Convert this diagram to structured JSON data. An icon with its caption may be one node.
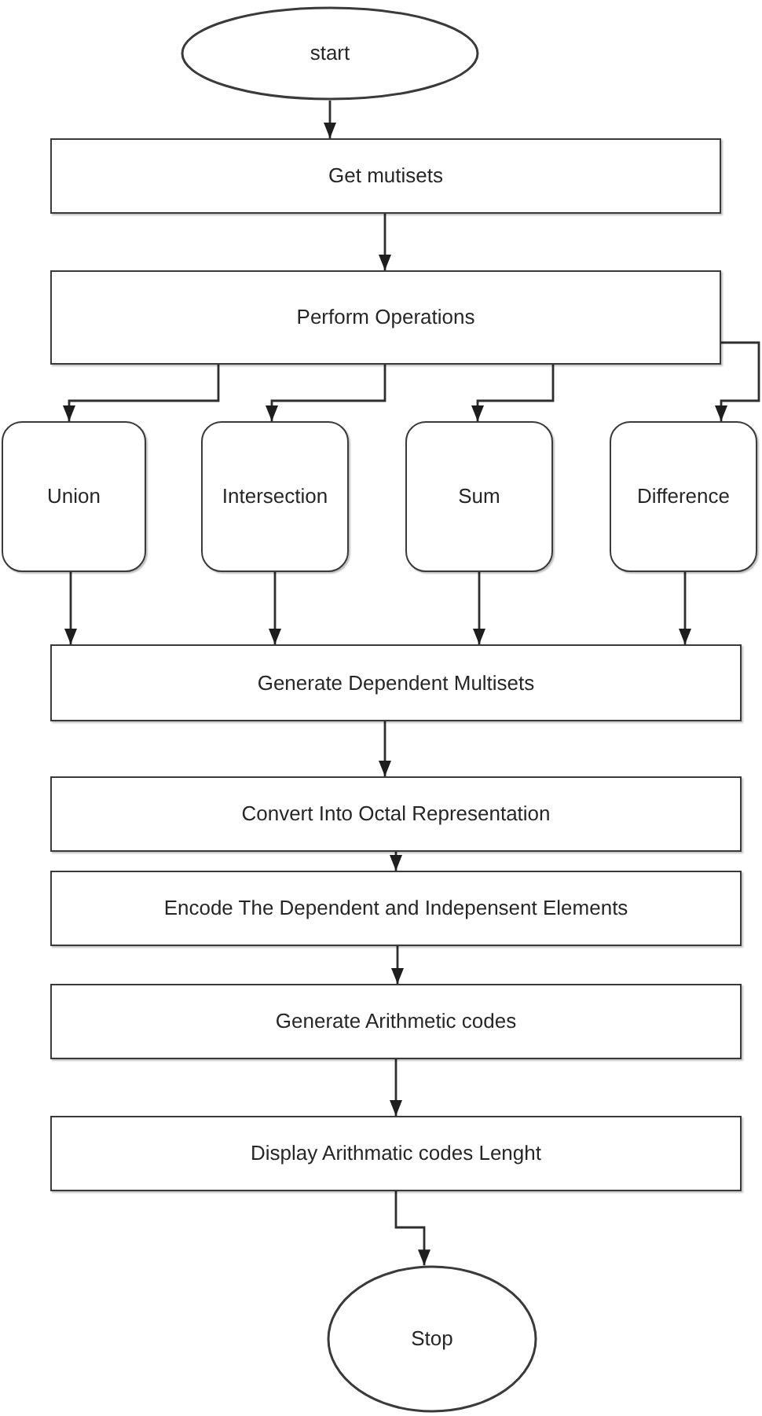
{
  "diagram": {
    "nodes": [
      {
        "text": [
          "start"
        ]
      },
      {
        "text": [
          "Get mutisets"
        ]
      },
      {
        "text": [
          "Perform Operations"
        ]
      },
      {
        "text": [
          "Union"
        ]
      },
      {
        "text": [
          "Intersection"
        ]
      },
      {
        "text": [
          "Sum"
        ]
      },
      {
        "text": [
          "Difference"
        ]
      },
      {
        "text": [
          "Generate Dependent Multisets"
        ]
      },
      {
        "text": [
          "Convert Into Octal Representation"
        ]
      },
      {
        "text": [
          "Encode The Dependent and Indepensent Elements"
        ]
      },
      {
        "text": [
          "Generate Arithmetic codes"
        ]
      },
      {
        "text": [
          "Display Arithmatic codes Lenght"
        ]
      },
      {
        "text": [
          "Stop"
        ]
      }
    ],
    "edges": [
      {
        "from": 0,
        "to": 1,
        "arrow": "to"
      },
      {
        "from": 1,
        "to": 2,
        "arrow": "to"
      },
      {
        "from": 2,
        "to": 3,
        "arrow": "to"
      },
      {
        "from": 2,
        "to": 4,
        "arrow": "to"
      },
      {
        "from": 2,
        "to": 5,
        "arrow": "to"
      },
      {
        "from": 2,
        "to": 6,
        "arrow": "to"
      },
      {
        "from": 3,
        "to": 7,
        "arrow": "to"
      },
      {
        "from": 4,
        "to": 7,
        "arrow": "to"
      },
      {
        "from": 5,
        "to": 7,
        "arrow": "to"
      },
      {
        "from": 6,
        "to": 7,
        "arrow": "to"
      },
      {
        "from": 7,
        "to": 8,
        "arrow": "to"
      },
      {
        "from": 8,
        "to": 9,
        "arrow": "to"
      },
      {
        "from": 9,
        "to": 10,
        "arrow": "to"
      },
      {
        "from": 10,
        "to": 11,
        "arrow": "to"
      },
      {
        "from": 11,
        "to": 12,
        "arrow": "to"
      }
    ]
  }
}
